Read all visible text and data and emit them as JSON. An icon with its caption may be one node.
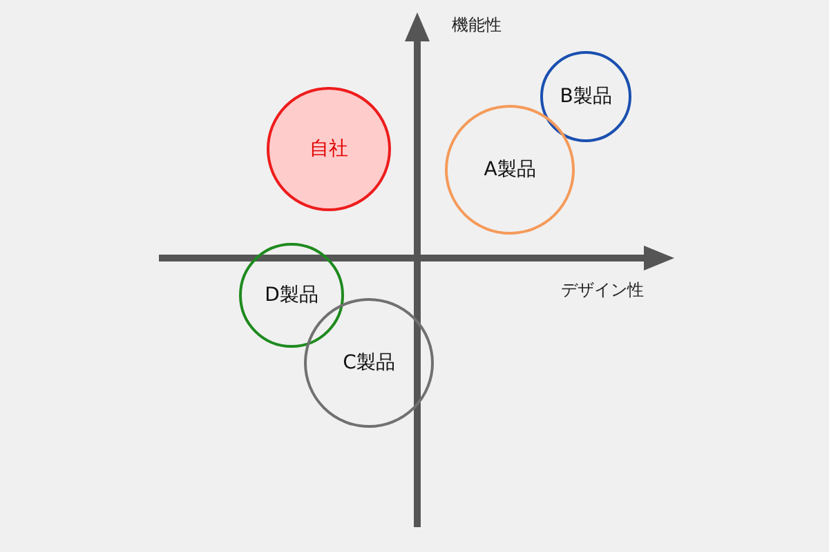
{
  "diagram": {
    "nodes": [
      {
        "text": [
          "自社"
        ]
      },
      {
        "text": [
          "B製品"
        ]
      },
      {
        "text": [
          "A製品"
        ]
      },
      {
        "text": [
          "D製品"
        ]
      },
      {
        "text": [
          "C製品"
        ]
      }
    ],
    "labels": [
      "機能性",
      "デザイン性"
    ]
  }
}
